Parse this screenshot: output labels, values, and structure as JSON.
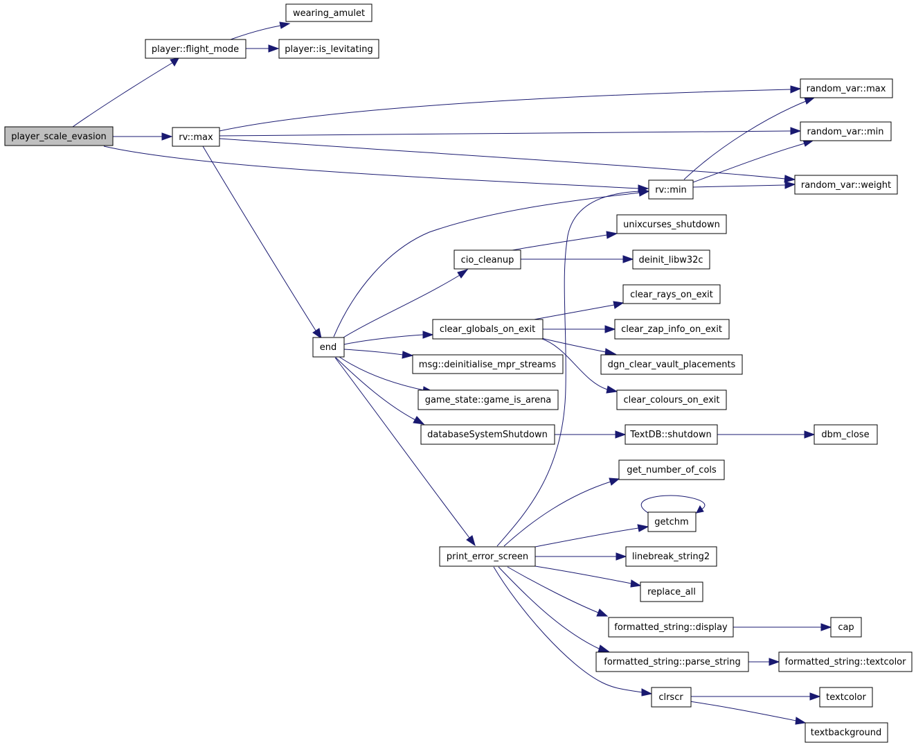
{
  "graph": {
    "type": "call-graph",
    "colors": {
      "edge": "#191970",
      "root_fill": "#bfbfbf",
      "node_fill": "#ffffff",
      "node_border": "#000000"
    },
    "nodes": {
      "player_scale_evasion": "player_scale_evasion",
      "player_flight_mode": "player::flight_mode",
      "wearing_amulet": "wearing_amulet",
      "player_is_levitating": "player::is_levitating",
      "rv_max": "rv::max",
      "random_var_max": "random_var::max",
      "random_var_min": "random_var::min",
      "random_var_weight": "random_var::weight",
      "rv_min": "rv::min",
      "unixcurses_shutdown": "unixcurses_shutdown",
      "cio_cleanup": "cio_cleanup",
      "deinit_libw32c": "deinit_libw32c",
      "clear_rays_on_exit": "clear_rays_on_exit",
      "clear_globals_on_exit": "clear_globals_on_exit",
      "clear_zap_info_on_exit": "clear_zap_info_on_exit",
      "end": "end",
      "msg_deinitialise_mpr_streams": "msg::deinitialise_mpr_streams",
      "dgn_clear_vault_placements": "dgn_clear_vault_placements",
      "game_state_game_is_arena": "game_state::game_is_arena",
      "clear_colours_on_exit": "clear_colours_on_exit",
      "databaseSystemShutdown": "databaseSystemShutdown",
      "textdb_shutdown": "TextDB::shutdown",
      "dbm_close": "dbm_close",
      "get_number_of_cols": "get_number_of_cols",
      "getchm": "getchm",
      "print_error_screen": "print_error_screen",
      "linebreak_string2": "linebreak_string2",
      "replace_all": "replace_all",
      "formatted_string_display": "formatted_string::display",
      "cap": "cap",
      "formatted_string_parse_string": "formatted_string::parse_string",
      "formatted_string_textcolor": "formatted_string::textcolor",
      "clrscr": "clrscr",
      "textcolor": "textcolor",
      "textbackground": "textbackground"
    }
  }
}
